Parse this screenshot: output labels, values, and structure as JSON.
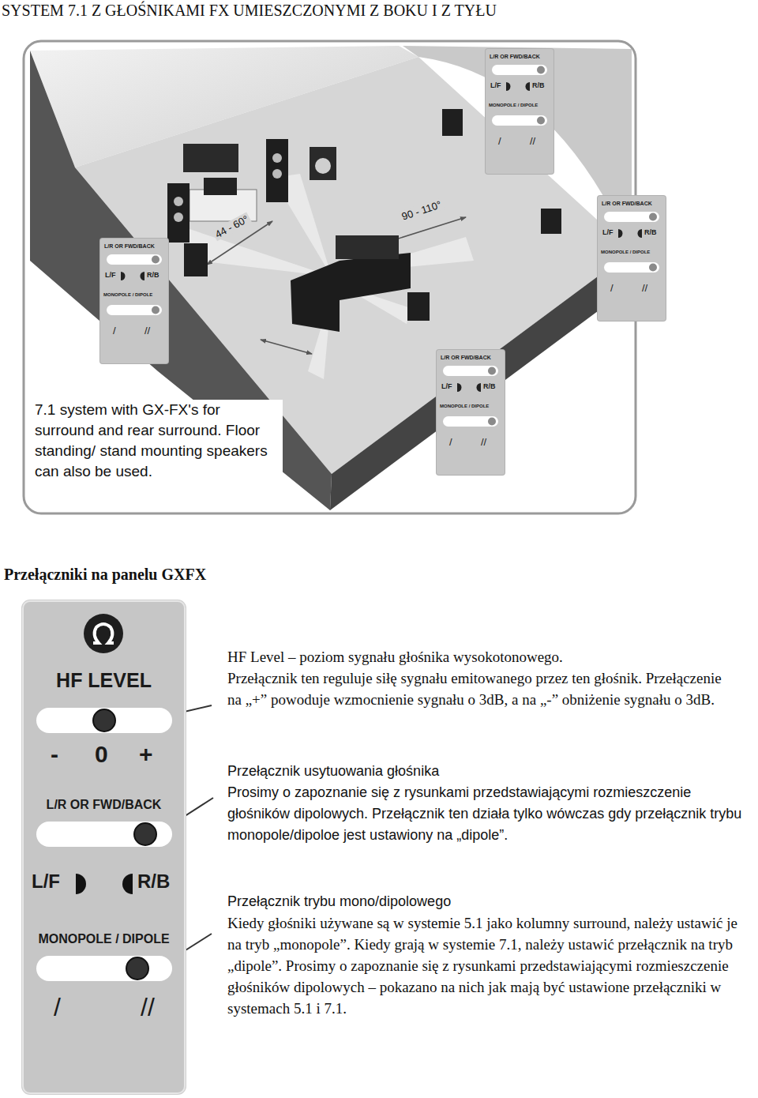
{
  "diagram": {
    "title": "SYSTEM 7.1 Z GŁOŚNIKAMI FX UMIESZCZONYMI Z BOKU I Z TYŁU",
    "nodes": [
      {
        "text": [
          "L/R OR FWD/BACK",
          "L/F",
          "R/B",
          "MONOPOLE / DIPOLE",
          "/",
          "//"
        ]
      },
      {
        "text": [
          "L/R OR FWD/BACK",
          "L/F",
          "R/B",
          "MONOPOLE / DIPOLE",
          "/",
          "//"
        ]
      },
      {
        "text": [
          "L/R OR FWD/BACK",
          "L/F",
          "R/B",
          "MONOPOLE / DIPOLE",
          "/",
          "//"
        ]
      },
      {
        "text": [
          "L/R OR FWD/BACK",
          "L/F",
          "R/B",
          "MONOPOLE / DIPOLE",
          "/",
          "//"
        ]
      },
      {
        "text": [
          "HF LEVEL",
          "-",
          "0",
          "+",
          "L/R OR FWD/BACK",
          "L/F",
          "R/B",
          "MONOPOLE / DIPOLE",
          "/",
          "//"
        ]
      }
    ],
    "labels": [
      "7.1 system with GX-FX's for surround and rear surround. Floor standing/ stand mounting speakers can also be used.",
      "44 - 60°",
      "90 - 110°",
      "Przełączniki na panelu GXFX",
      "HF Level – poziom sygnału głośnika wysokotonowego.",
      "Przełącznik ten reguluje siłę sygnału emitowanego przez ten głośnik. Przełączenie na „+” powoduje wzmocnienie sygnału o 3dB, a na „-” obniżenie sygnału o 3dB.",
      "Przełącznik usytuowania głośnika",
      "Prosimy o zapoznanie się z rysunkami przedstawiającymi rozmieszczenie głośników dipolowych. Przełącznik ten działa tylko wówczas gdy przełącznik trybu monopole/dipoloe jest ustawiony na „dipole”.",
      "Przełącznik trybu mono/dipolowego",
      "Kiedy głośniki używane są w systemie 5.1 jako kolumny surround, należy ustawić je na tryb „monopole”. Kiedy grają w systemie 7.1, należy ustawić przełącznik na tryb „dipole”. Prosimy o zapoznanie się z rysunkami przedstawiającymi rozmieszczenie głośników dipolowych – pokazano na nich jak mają być ustawione przełączniki w systemach 5.1 i 7.1."
    ]
  }
}
